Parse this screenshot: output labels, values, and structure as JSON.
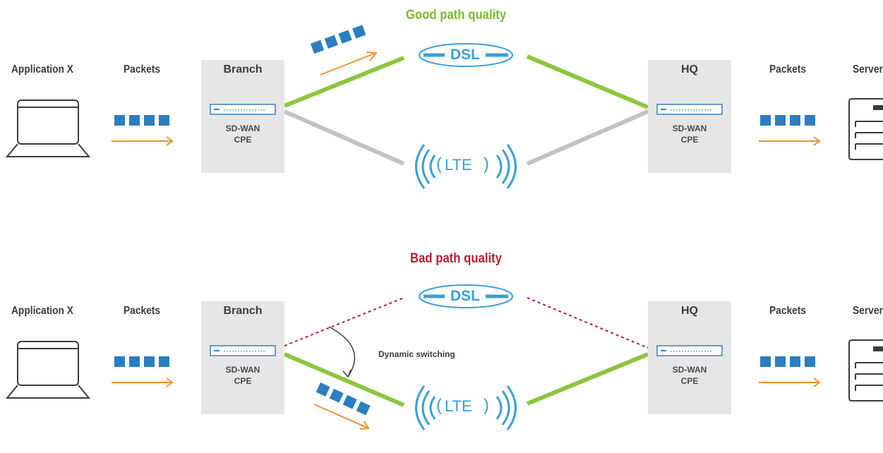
{
  "colors": {
    "good": "#7dbb2e",
    "bad": "#b32030",
    "packet": "#2a7ec1",
    "arrow": "#f0922e",
    "link_green": "#8cc63f",
    "link_gray": "#c2c2c2",
    "network": "#3a9fd8",
    "box": "#e6e6e6"
  },
  "scenes": [
    {
      "title": "Good path quality",
      "app_label": "Application X",
      "packets_left_label": "Packets",
      "branch_label": "Branch",
      "branch_device": "SD-WAN\nCPE",
      "hq_label": "HQ",
      "hq_device": "SD-WAN\nCPE",
      "packets_right_label": "Packets",
      "server_label": "Server",
      "dsl_label": "DSL",
      "lte_label": "LTE",
      "active_path": "DSL"
    },
    {
      "title": "Bad path quality",
      "app_label": "Application X",
      "packets_left_label": "Packets",
      "branch_label": "Branch",
      "branch_device": "SD-WAN\nCPE",
      "hq_label": "HQ",
      "hq_device": "SD-WAN\nCPE",
      "packets_right_label": "Packets",
      "server_label": "Server",
      "dsl_label": "DSL",
      "lte_label": "LTE",
      "active_path": "LTE",
      "switch_label": "Dynamic switching"
    }
  ]
}
